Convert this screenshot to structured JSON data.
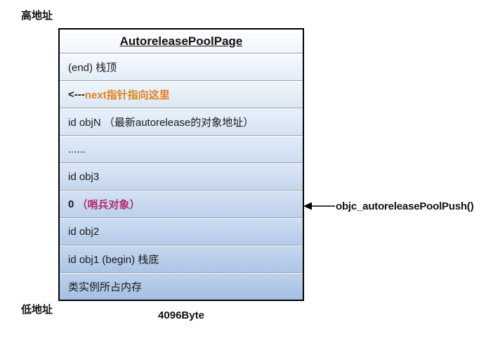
{
  "labels": {
    "high_address": "高地址",
    "low_address": "低地址",
    "page_size": "4096Byte"
  },
  "colors": {
    "orange": "#e0821e",
    "magenta": "#b22d6d",
    "text": "#1a1a1a",
    "border": "#000000",
    "separator": "#99a1a9"
  },
  "table": {
    "title": "AutoreleasePoolPage",
    "rows": [
      {
        "bg": [
          "#f5f9fd",
          "#e3edf8"
        ],
        "segments": [
          {
            "text": "(end) 栈顶"
          }
        ]
      },
      {
        "bg": [
          "#eff5fb",
          "#dce8f6"
        ],
        "segments": [
          {
            "text": "<---",
            "bold": true
          },
          {
            "text": "next指针指向这里",
            "color": "orange",
            "bold": true
          }
        ]
      },
      {
        "bg": [
          "#e9f1fa",
          "#d5e3f4"
        ],
        "segments": [
          {
            "text": "id objN （最新autorelease的对象地址）"
          }
        ]
      },
      {
        "bg": [
          "#e2ecf8",
          "#cdddf1"
        ],
        "segments": [
          {
            "text": "......"
          }
        ]
      },
      {
        "bg": [
          "#dbe7f6",
          "#c5d7ee"
        ],
        "segments": [
          {
            "text": "id obj3"
          }
        ]
      },
      {
        "bg": [
          "#d4e2f3",
          "#bdd1eb"
        ],
        "segments": [
          {
            "text": "0 ",
            "bold": true
          },
          {
            "text": "（哨兵对象）",
            "color": "magenta",
            "bold": true
          }
        ]
      },
      {
        "bg": [
          "#ccddf1",
          "#b5cbe9"
        ],
        "segments": [
          {
            "text": "id obj2"
          }
        ]
      },
      {
        "bg": [
          "#c5d7ee",
          "#adc5e6"
        ],
        "segments": [
          {
            "text": "id obj1 (begin) 栈底"
          }
        ]
      },
      {
        "bg": [
          "#bdd2ec",
          "#a5bfe3"
        ],
        "segments": [
          {
            "text": "类实例所占内存"
          }
        ]
      }
    ]
  },
  "annotation": {
    "label": "objc_autoreleasePoolPush()"
  }
}
